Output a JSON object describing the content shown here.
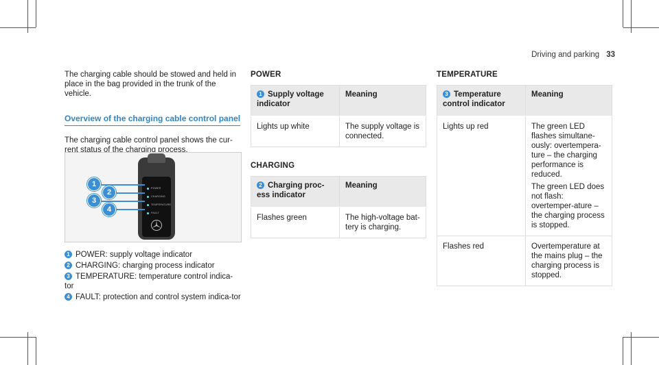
{
  "header": {
    "section": "Driving and parking",
    "page": "33"
  },
  "left": {
    "intro": "The charging cable should be stowed and held in place in the bag provided in the trunk of the vehicle.",
    "overview_title": "Overview of the charging cable control panel",
    "overview_text": "The charging cable control panel shows the cur-rent status of the charging process.",
    "device_labels": [
      "POWER",
      "CHARGING",
      "TEMPERATURE",
      "FAULT"
    ],
    "callouts": [
      "1",
      "2",
      "3",
      "4"
    ],
    "legend": [
      {
        "n": "1",
        "text": "POWER: supply voltage indicator"
      },
      {
        "n": "2",
        "text": "CHARGING: charging process indicator"
      },
      {
        "n": "3",
        "text": "TEMPERATURE: temperature control indica-tor"
      },
      {
        "n": "4",
        "text": "FAULT: protection and control system indica-tor"
      }
    ]
  },
  "middle": {
    "power_title": "POWER",
    "power_table": {
      "num": "1",
      "head1": "Supply voltage indicator",
      "head2": "Meaning",
      "rows": [
        {
          "c1": "Lights up white",
          "c2": "The supply voltage is connected."
        }
      ]
    },
    "charging_title": "CHARGING",
    "charging_table": {
      "num": "2",
      "head1": "Charging proc-ess indicator",
      "head2": "Meaning",
      "rows": [
        {
          "c1": "Flashes green",
          "c2": "The high-voltage bat-tery is charging."
        }
      ]
    }
  },
  "right": {
    "temp_title": "TEMPERATURE",
    "temp_table": {
      "num": "3",
      "head1": "Temperature control indicator",
      "head2": "Meaning",
      "rows": [
        {
          "c1": "Lights up red",
          "c2a": "The green LED flashes simultane-ously: overtempera-ture – the charging performance is reduced.",
          "c2b": "The green LED does not flash: overtemper-ature – the charging process is stopped."
        },
        {
          "c1": "Flashes red",
          "c2a": "Overtemperature at the mains plug – the charging process is stopped."
        }
      ]
    }
  }
}
